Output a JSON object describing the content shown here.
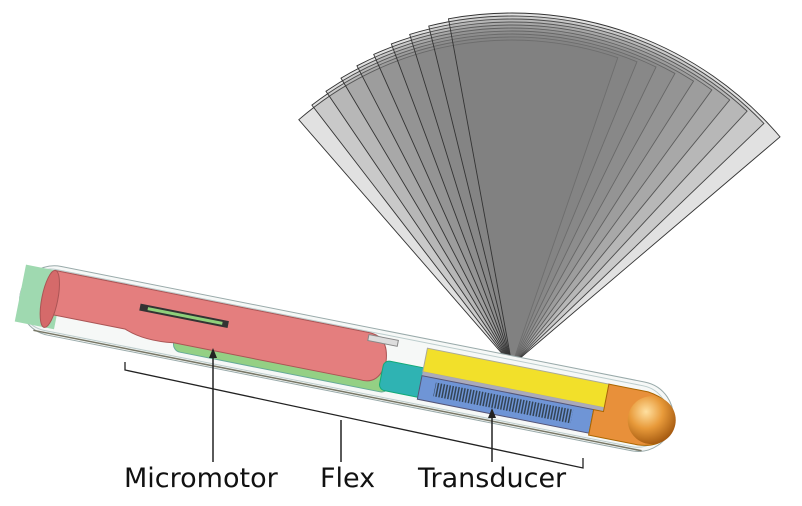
{
  "labels": {
    "micromotor": "Micromotor",
    "flex": "Flex",
    "transducer": "Transducer"
  },
  "colors": {
    "motor_housing": "#e07a7a",
    "motor": "#8fcf7a",
    "backing": "#f2e02a",
    "array": "#6f95d6",
    "tip": "#e8903a",
    "connector": "#2fb3b3",
    "fan": "#8a8a8a"
  },
  "fan_plane_count": 10
}
